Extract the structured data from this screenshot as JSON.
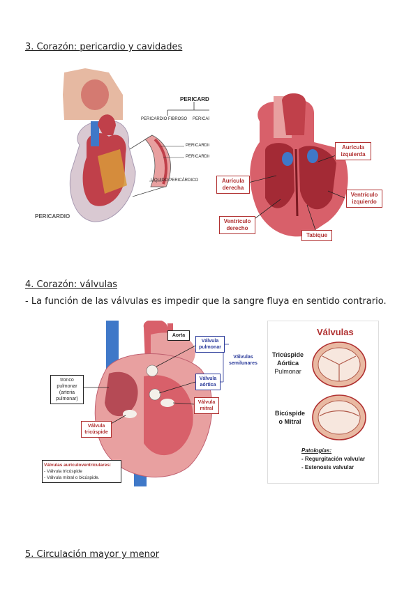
{
  "section3": {
    "heading": "3. Corazón: pericardio y cavidades",
    "pericardio_fig": {
      "title": "PERICARDIO",
      "fibroso": "PERICARDIO FIBROSO",
      "seroso": "PERICARDIO SEROSO",
      "parietal": "PERICARDIO PARIETAL",
      "visceral": "PERICARDIO VISCERAL",
      "liquido": "LÍQUIDO PERICÁRDICO",
      "pericardio_label": "PERICARDIO"
    },
    "cavidades_fig": {
      "auricula_izq": [
        "Aurícula",
        "izquierda"
      ],
      "auricula_der": [
        "Aurícula",
        "derecha"
      ],
      "ventriculo_izq": [
        "Ventrículo",
        "izquierdo"
      ],
      "ventriculo_der": [
        "Ventrículo",
        "derecho"
      ],
      "tabique": "Tabique"
    }
  },
  "section4": {
    "heading": "4. Corazón: válvulas",
    "text": "- La función de las válvulas es impedir que la sangre fluya en sentido contrario.",
    "heart_fig": {
      "aorta": "Aorta",
      "valvula_pulmonar": [
        "Válvula",
        "pulmonar"
      ],
      "valvulas_semilunares": [
        "Válvulas",
        "semilunares"
      ],
      "valvula_aortica": [
        "Válvula",
        "aórtica"
      ],
      "valvula_mitral": [
        "Válvula",
        "mitral"
      ],
      "tronco": [
        "tronco",
        "pulmonar",
        "(arteria",
        "pulmonar)"
      ],
      "valvula_tricuspide": [
        "Válvula",
        "tricúspide"
      ],
      "av_title": "Válvulas auriculoventriculares:",
      "av_items": [
        "- Válvula tricúspide",
        "- Válvula mitral o bicúspide."
      ]
    },
    "valvulas_fig": {
      "title": "Válvulas",
      "group1": [
        "Tricúspide",
        "Aórtica",
        "Pulmonar"
      ],
      "group2": [
        "Bicúspide",
        "o Mitral"
      ],
      "patologias_title": "Patologías:",
      "patologias": [
        "- Regurgitación valvular",
        "- Estenosis valvular"
      ]
    }
  },
  "section5": {
    "heading": "5. Circulación mayor y menor"
  },
  "colors": {
    "heart_red": "#c0404a",
    "heart_pink": "#e8a0a0",
    "vein_blue": "#3f78c8",
    "valve_bg": "#e9b9a2",
    "title_red": "#b03030"
  }
}
